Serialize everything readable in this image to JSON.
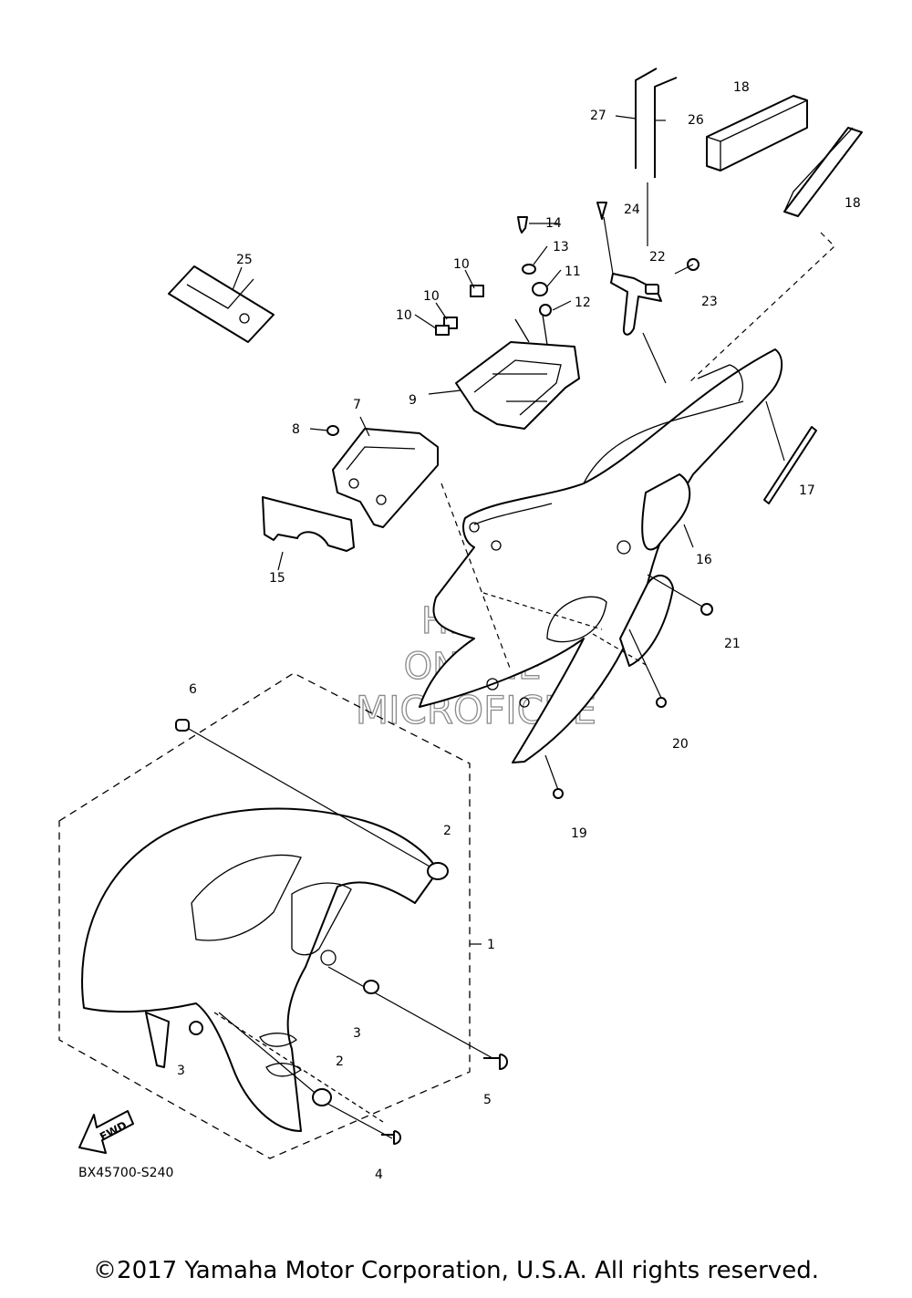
{
  "diagram": {
    "code": "BX45700-S240",
    "forward_label": "FWD",
    "copyright": "©2017 Yamaha Motor Corporation, U.S.A. All rights reserved.",
    "watermark": [
      "HLSM",
      "ONLINE",
      "MICROFICHE"
    ],
    "callouts": {
      "c1": "1",
      "c2a": "2",
      "c2b": "2",
      "c3a": "3",
      "c3b": "3",
      "c4": "4",
      "c5": "5",
      "c6": "6",
      "c7": "7",
      "c8": "8",
      "c9": "9",
      "c10a": "10",
      "c10b": "10",
      "c10c": "10",
      "c11": "11",
      "c12": "12",
      "c13": "13",
      "c14": "14",
      "c15": "15",
      "c16": "16",
      "c17": "17",
      "c18a": "18",
      "c18b": "18",
      "c19": "19",
      "c20": "20",
      "c21": "21",
      "c22": "22",
      "c23": "23",
      "c24": "24",
      "c25": "25",
      "c26": "26",
      "c27": "27"
    }
  }
}
